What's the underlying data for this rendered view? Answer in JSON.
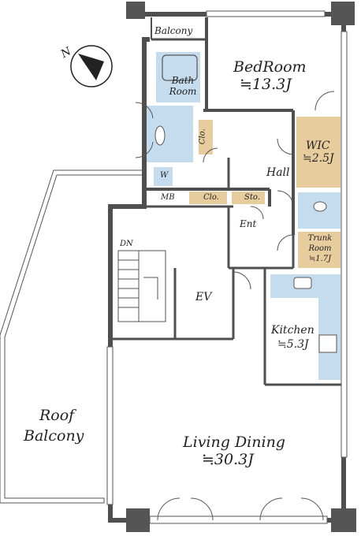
{
  "rooms": {
    "balcony_top": "Balcony",
    "bathroom_1": "Bath",
    "bathroom_2": "Room",
    "bedroom_name": "BedRoom",
    "bedroom_size": "≒13.3J",
    "closet_vertical": "Clo.",
    "wic_name": "WIC",
    "wic_size": "≒2.5J",
    "hall": "Hall",
    "mb": "MB",
    "closet_horizontal": "Clo.",
    "storage": "Sto.",
    "entrance": "Ent",
    "trunk_1": "Trunk",
    "trunk_2": "Room",
    "trunk_size": "≒1.7J",
    "stairs_dn": "DN",
    "ev": "EV",
    "kitchen_name": "Kitchen",
    "kitchen_size": "≒5.3J",
    "roof_1": "Roof",
    "roof_2": "Balcony",
    "living_name": "Living Dining",
    "living_size": "≒30.3J",
    "washer": "W"
  },
  "compass": {
    "label": "N"
  },
  "colors": {
    "wall": "#4f4f4f",
    "wet_area": "#c5dcee",
    "closet": "#e7cc9d",
    "line": "#555555"
  }
}
